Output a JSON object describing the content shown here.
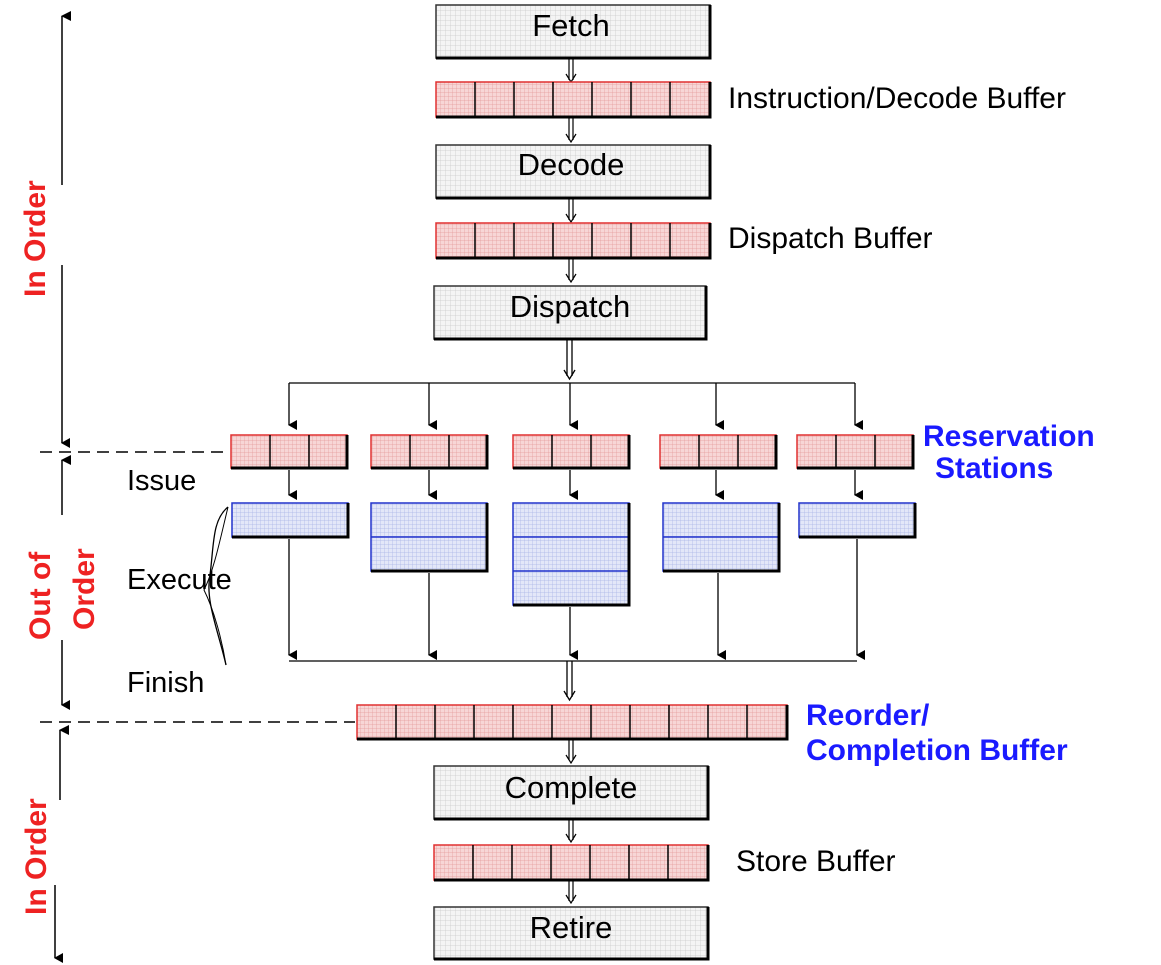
{
  "colors": {
    "buffer_border": "#e03030",
    "buffer_fill": "#f6d0d0",
    "exec_border": "#2233cc",
    "exec_fill": "#dde2f6",
    "stage_fill": "#f2f2f2",
    "blue_text": "#1a1aff",
    "red_text": "#ee2222"
  },
  "stages": {
    "fetch": "Fetch",
    "decode": "Decode",
    "dispatch": "Dispatch",
    "complete": "Complete",
    "retire": "Retire"
  },
  "buffers": {
    "instruction_decode": "Instruction/Decode Buffer",
    "dispatch": "Dispatch Buffer",
    "store": "Store Buffer"
  },
  "reservation_stations": {
    "line1": "Reservation",
    "line2": "Stations"
  },
  "reorder_buffer": {
    "line1": "Reorder/",
    "line2": "Completion Buffer"
  },
  "phases": {
    "issue": "Issue",
    "execute": "Execute",
    "finish": "Finish"
  },
  "order_labels": {
    "top": "In Order",
    "middle_line1": "Out of",
    "middle_line2": "Order",
    "bottom": "In Order"
  },
  "functional_units": {
    "count": 5,
    "stages_per_unit": [
      1,
      2,
      3,
      2,
      1
    ]
  }
}
